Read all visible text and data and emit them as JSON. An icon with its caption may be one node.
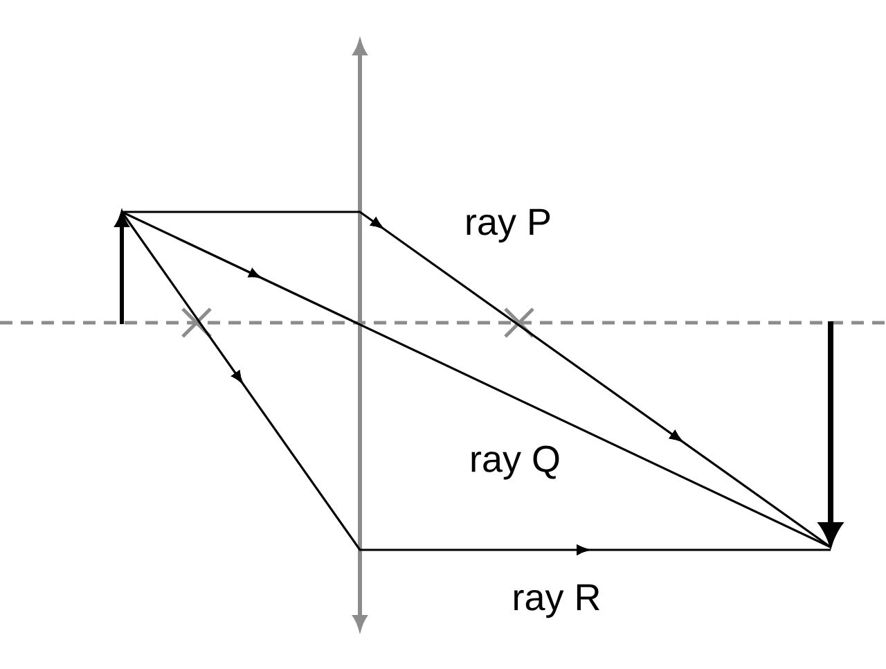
{
  "diagram": {
    "labels": [
      "ray P",
      "ray Q",
      "ray R"
    ]
  }
}
